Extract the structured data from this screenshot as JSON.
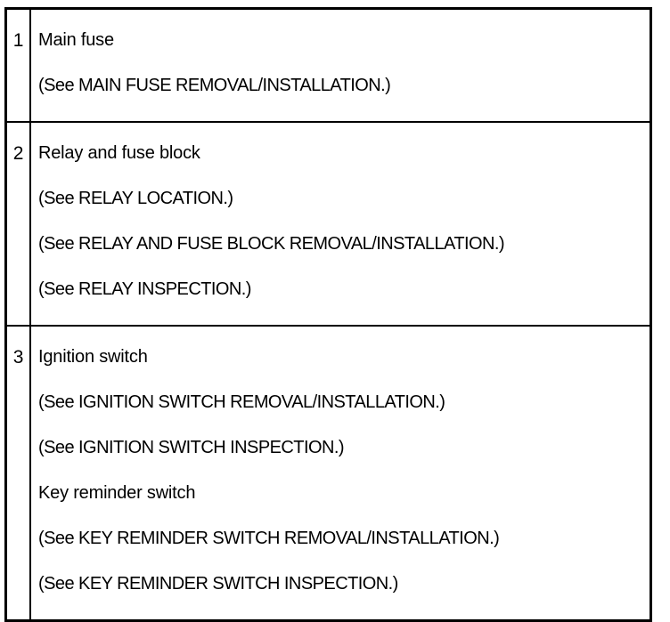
{
  "document": {
    "type": "service-manual-component-table",
    "text_color": "#000000",
    "background_color": "#ffffff"
  },
  "table": {
    "rows": [
      {
        "number": "1",
        "lines": [
          {
            "text": "Main fuse",
            "style": "name"
          },
          {
            "text": "(See MAIN FUSE REMOVAL/INSTALLATION.)",
            "style": "reference"
          }
        ]
      },
      {
        "number": "2",
        "lines": [
          {
            "text": "Relay and fuse block",
            "style": "name"
          },
          {
            "text": "(See RELAY LOCATION.)",
            "style": "reference"
          },
          {
            "text": "(See RELAY AND FUSE BLOCK REMOVAL/INSTALLATION.)",
            "style": "reference"
          },
          {
            "text": "(See RELAY INSPECTION.)",
            "style": "reference"
          }
        ]
      },
      {
        "number": "3",
        "lines": [
          {
            "text": "Ignition switch",
            "style": "name"
          },
          {
            "text": "(See IGNITION SWITCH REMOVAL/INSTALLATION.)",
            "style": "reference"
          },
          {
            "text": "(See IGNITION SWITCH INSPECTION.)",
            "style": "reference"
          },
          {
            "text": "Key reminder switch",
            "style": "name"
          },
          {
            "text": "(See KEY REMINDER SWITCH REMOVAL/INSTALLATION.)",
            "style": "reference"
          },
          {
            "text": "(See KEY REMINDER SWITCH INSPECTION.)",
            "style": "reference"
          }
        ]
      }
    ]
  }
}
